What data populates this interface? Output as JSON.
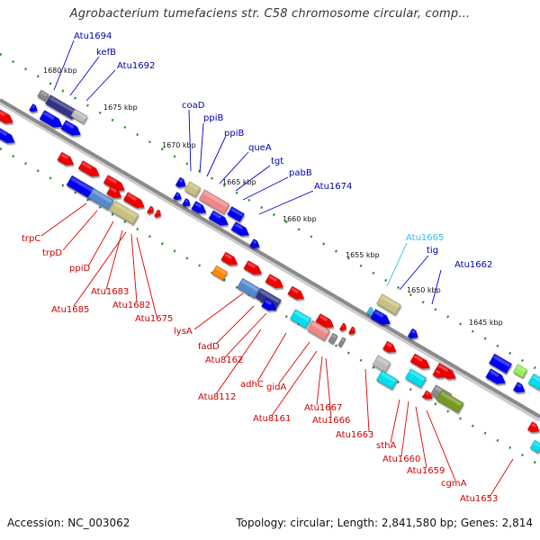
{
  "title": "Agrobacterium tumefaciens str. C58 chromosome circular, comp...",
  "accession": "Accession: NC_003062",
  "topology": "Topology: circular; Length: 2,841,580 bp; Genes: 2,814",
  "colors": {
    "forward_gene": "#0000ee",
    "reverse_gene": "#ee0000",
    "forward_label": "#0000aa",
    "reverse_label": "#cc0000",
    "highlight_label": "#33bbee",
    "backbone": "#999999",
    "tick": "#228822"
  },
  "ticks": [
    {
      "label": "1680 kbp"
    },
    {
      "label": "1675 kbp"
    },
    {
      "label": "1670 kbp"
    },
    {
      "label": "1665 kbp"
    },
    {
      "label": "1660 kbp"
    },
    {
      "label": "1655 kbp"
    },
    {
      "label": "1650 kbp"
    },
    {
      "label": "1645 kbp"
    }
  ],
  "forward_labels": [
    {
      "text": "Atu1694"
    },
    {
      "text": "kefB"
    },
    {
      "text": "Atu1692"
    },
    {
      "text": "coaD"
    },
    {
      "text": "ppiB"
    },
    {
      "text": "ppiB"
    },
    {
      "text": "queA"
    },
    {
      "text": "tgt"
    },
    {
      "text": "pabB"
    },
    {
      "text": "Atu1674"
    },
    {
      "text": "Atu1665"
    },
    {
      "text": "tig"
    },
    {
      "text": "Atu1662"
    }
  ],
  "reverse_labels": [
    {
      "text": "trpC"
    },
    {
      "text": "trpD"
    },
    {
      "text": "ppiD"
    },
    {
      "text": "Atu1683"
    },
    {
      "text": "Atu1685"
    },
    {
      "text": "Atu1682"
    },
    {
      "text": "Atu1675"
    },
    {
      "text": "lysA"
    },
    {
      "text": "fadD"
    },
    {
      "text": "Atu8162"
    },
    {
      "text": "Atu8112"
    },
    {
      "text": "adhC"
    },
    {
      "text": "gidA"
    },
    {
      "text": "Atu8161"
    },
    {
      "text": "Atu1667"
    },
    {
      "text": "Atu1666"
    },
    {
      "text": "Atu1663"
    },
    {
      "text": "sthA"
    },
    {
      "text": "Atu1660"
    },
    {
      "text": "Atu1659"
    },
    {
      "text": "cgmA"
    },
    {
      "text": "Atu1653"
    }
  ]
}
